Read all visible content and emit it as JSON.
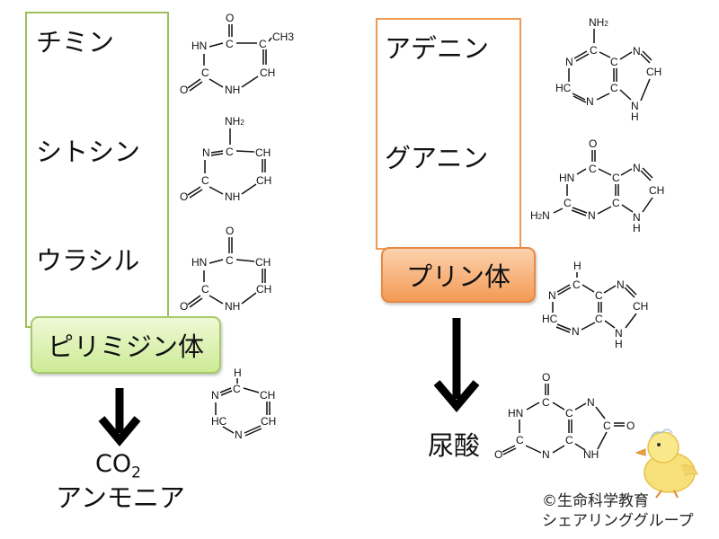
{
  "pyrimidines": {
    "items": [
      "チミン",
      "シトシン",
      "ウラシル"
    ],
    "group_label": "ピリミジン体",
    "product_main": "CO",
    "product_sub": "2",
    "product_line2": "アンモニア",
    "border_color": "#9dbf5a",
    "pill_fill": "#d8f0a8"
  },
  "purines": {
    "items": [
      "アデニン",
      "グアニン"
    ],
    "group_label": "プリン体",
    "product": "尿酸",
    "border_color": "#ee9a55",
    "pill_fill": "#f7b47d"
  },
  "labels": {
    "C": "C",
    "N": "N",
    "H": "H",
    "O": "O",
    "NH": "NH",
    "HN": "HN",
    "CH": "CH",
    "HC": "HC",
    "CH3": "CH3",
    "NH2": "NH",
    "H2N": "H",
    "two": "2",
    "N_ring": "N"
  },
  "credit": {
    "line1": "©生命科学教育",
    "line2": "シェアリンググループ"
  }
}
